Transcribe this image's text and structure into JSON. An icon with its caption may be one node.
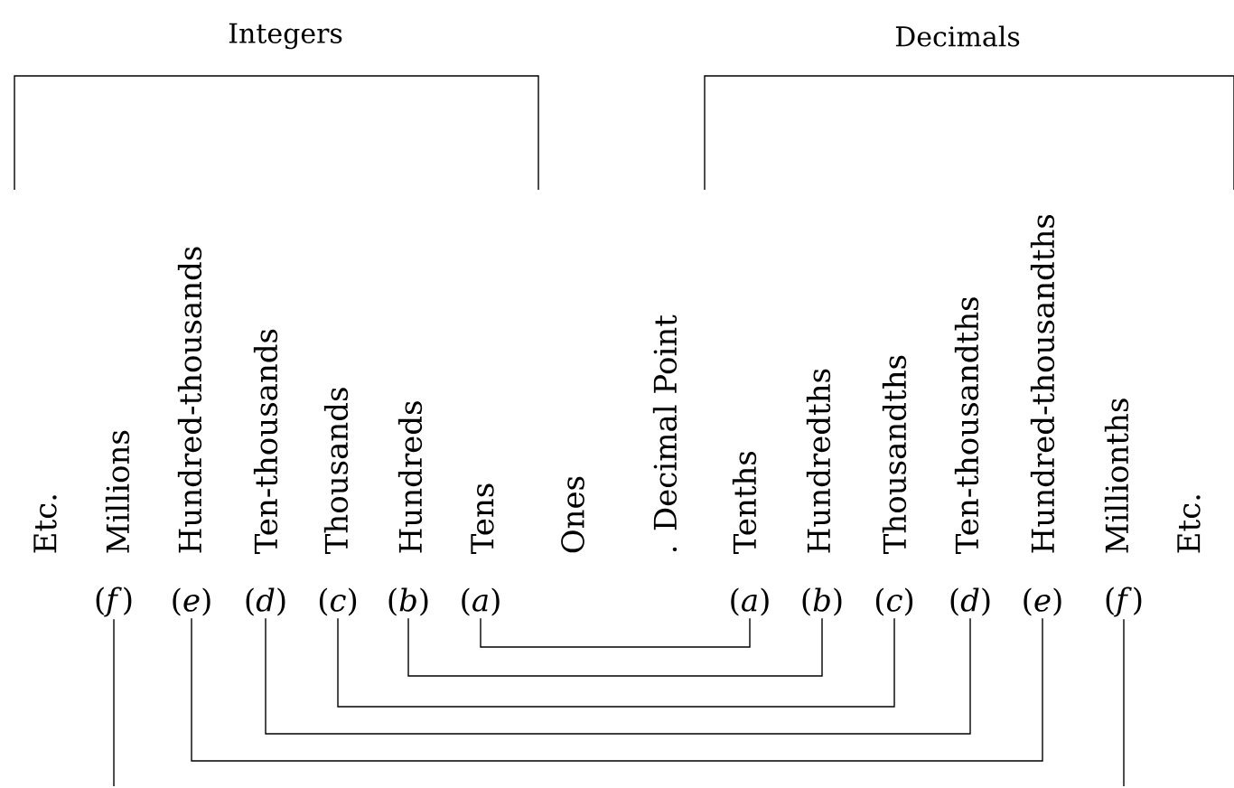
{
  "diagram": {
    "nodes": [
      {
        "text": [
          "(*f*)"
        ]
      },
      {
        "text": [
          "(*e*)"
        ]
      },
      {
        "text": [
          "(*d*)"
        ]
      },
      {
        "text": [
          "(*c*)"
        ]
      },
      {
        "text": [
          "(*b*)"
        ]
      },
      {
        "text": [
          "(*a*)"
        ]
      },
      {
        "text": [
          "(*a*)"
        ]
      },
      {
        "text": [
          "(*b*)"
        ]
      },
      {
        "text": [
          "(*c*)"
        ]
      },
      {
        "text": [
          "(*d*)"
        ]
      },
      {
        "text": [
          "(*e*)"
        ]
      },
      {
        "text": [
          "(*f*)"
        ]
      }
    ],
    "edges": [
      {
        "from": 5,
        "to": 6,
        "arrow": "none"
      },
      {
        "from": 4,
        "to": 7,
        "arrow": "none"
      },
      {
        "from": 3,
        "to": 8,
        "arrow": "none"
      },
      {
        "from": 2,
        "to": 9,
        "arrow": "none"
      },
      {
        "from": 1,
        "to": 10,
        "arrow": "none"
      },
      {
        "from": 0,
        "to": null,
        "arrow": "none"
      },
      {
        "from": 11,
        "to": null,
        "arrow": "none"
      }
    ],
    "labels": [
      "Integers",
      "Decimals",
      "Etc.",
      "Millions",
      "Hundred-thousands",
      "Ten-thousands",
      "Thousands",
      "Hundreds",
      "Tens",
      "Ones",
      ". Decimal Point",
      "Tenths",
      "Hundredths",
      "Thousandths",
      "Ten-thousandths",
      "Hundred-thousandths",
      "Millionths",
      "Etc."
    ]
  }
}
